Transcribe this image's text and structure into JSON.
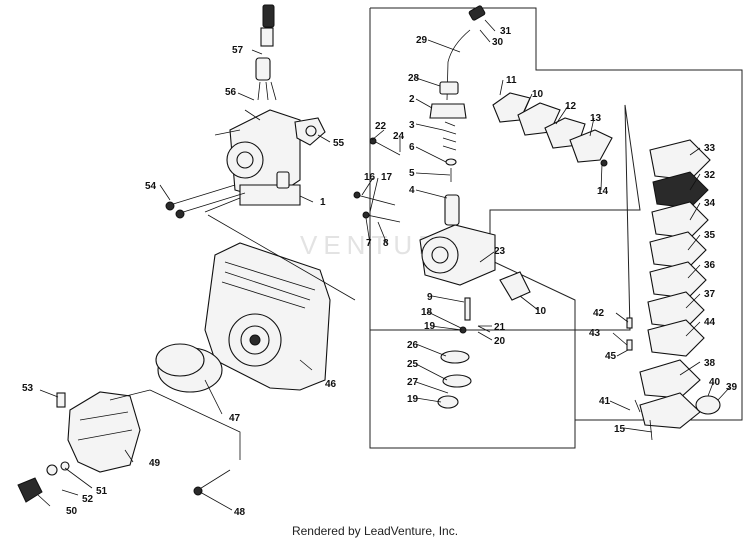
{
  "credit": "Rendered by LeadVenture, Inc.",
  "watermark": "VENTURE",
  "callouts": [
    "1",
    "2",
    "3",
    "4",
    "5",
    "6",
    "7",
    "8",
    "9",
    "10",
    "10",
    "11",
    "12",
    "13",
    "14",
    "15",
    "16",
    "17",
    "18",
    "19",
    "19",
    "20",
    "21",
    "22",
    "23",
    "24",
    "25",
    "26",
    "27",
    "28",
    "29",
    "30",
    "31",
    "32",
    "33",
    "34",
    "35",
    "36",
    "37",
    "38",
    "39",
    "40",
    "41",
    "42",
    "43",
    "44",
    "45",
    "46",
    "47",
    "48",
    "49",
    "50",
    "51",
    "52",
    "53",
    "54",
    "55",
    "56",
    "57"
  ],
  "colors": {
    "line": "#111111",
    "part_fill": "#f4f4f4",
    "watermark": "#e3e3e3"
  }
}
